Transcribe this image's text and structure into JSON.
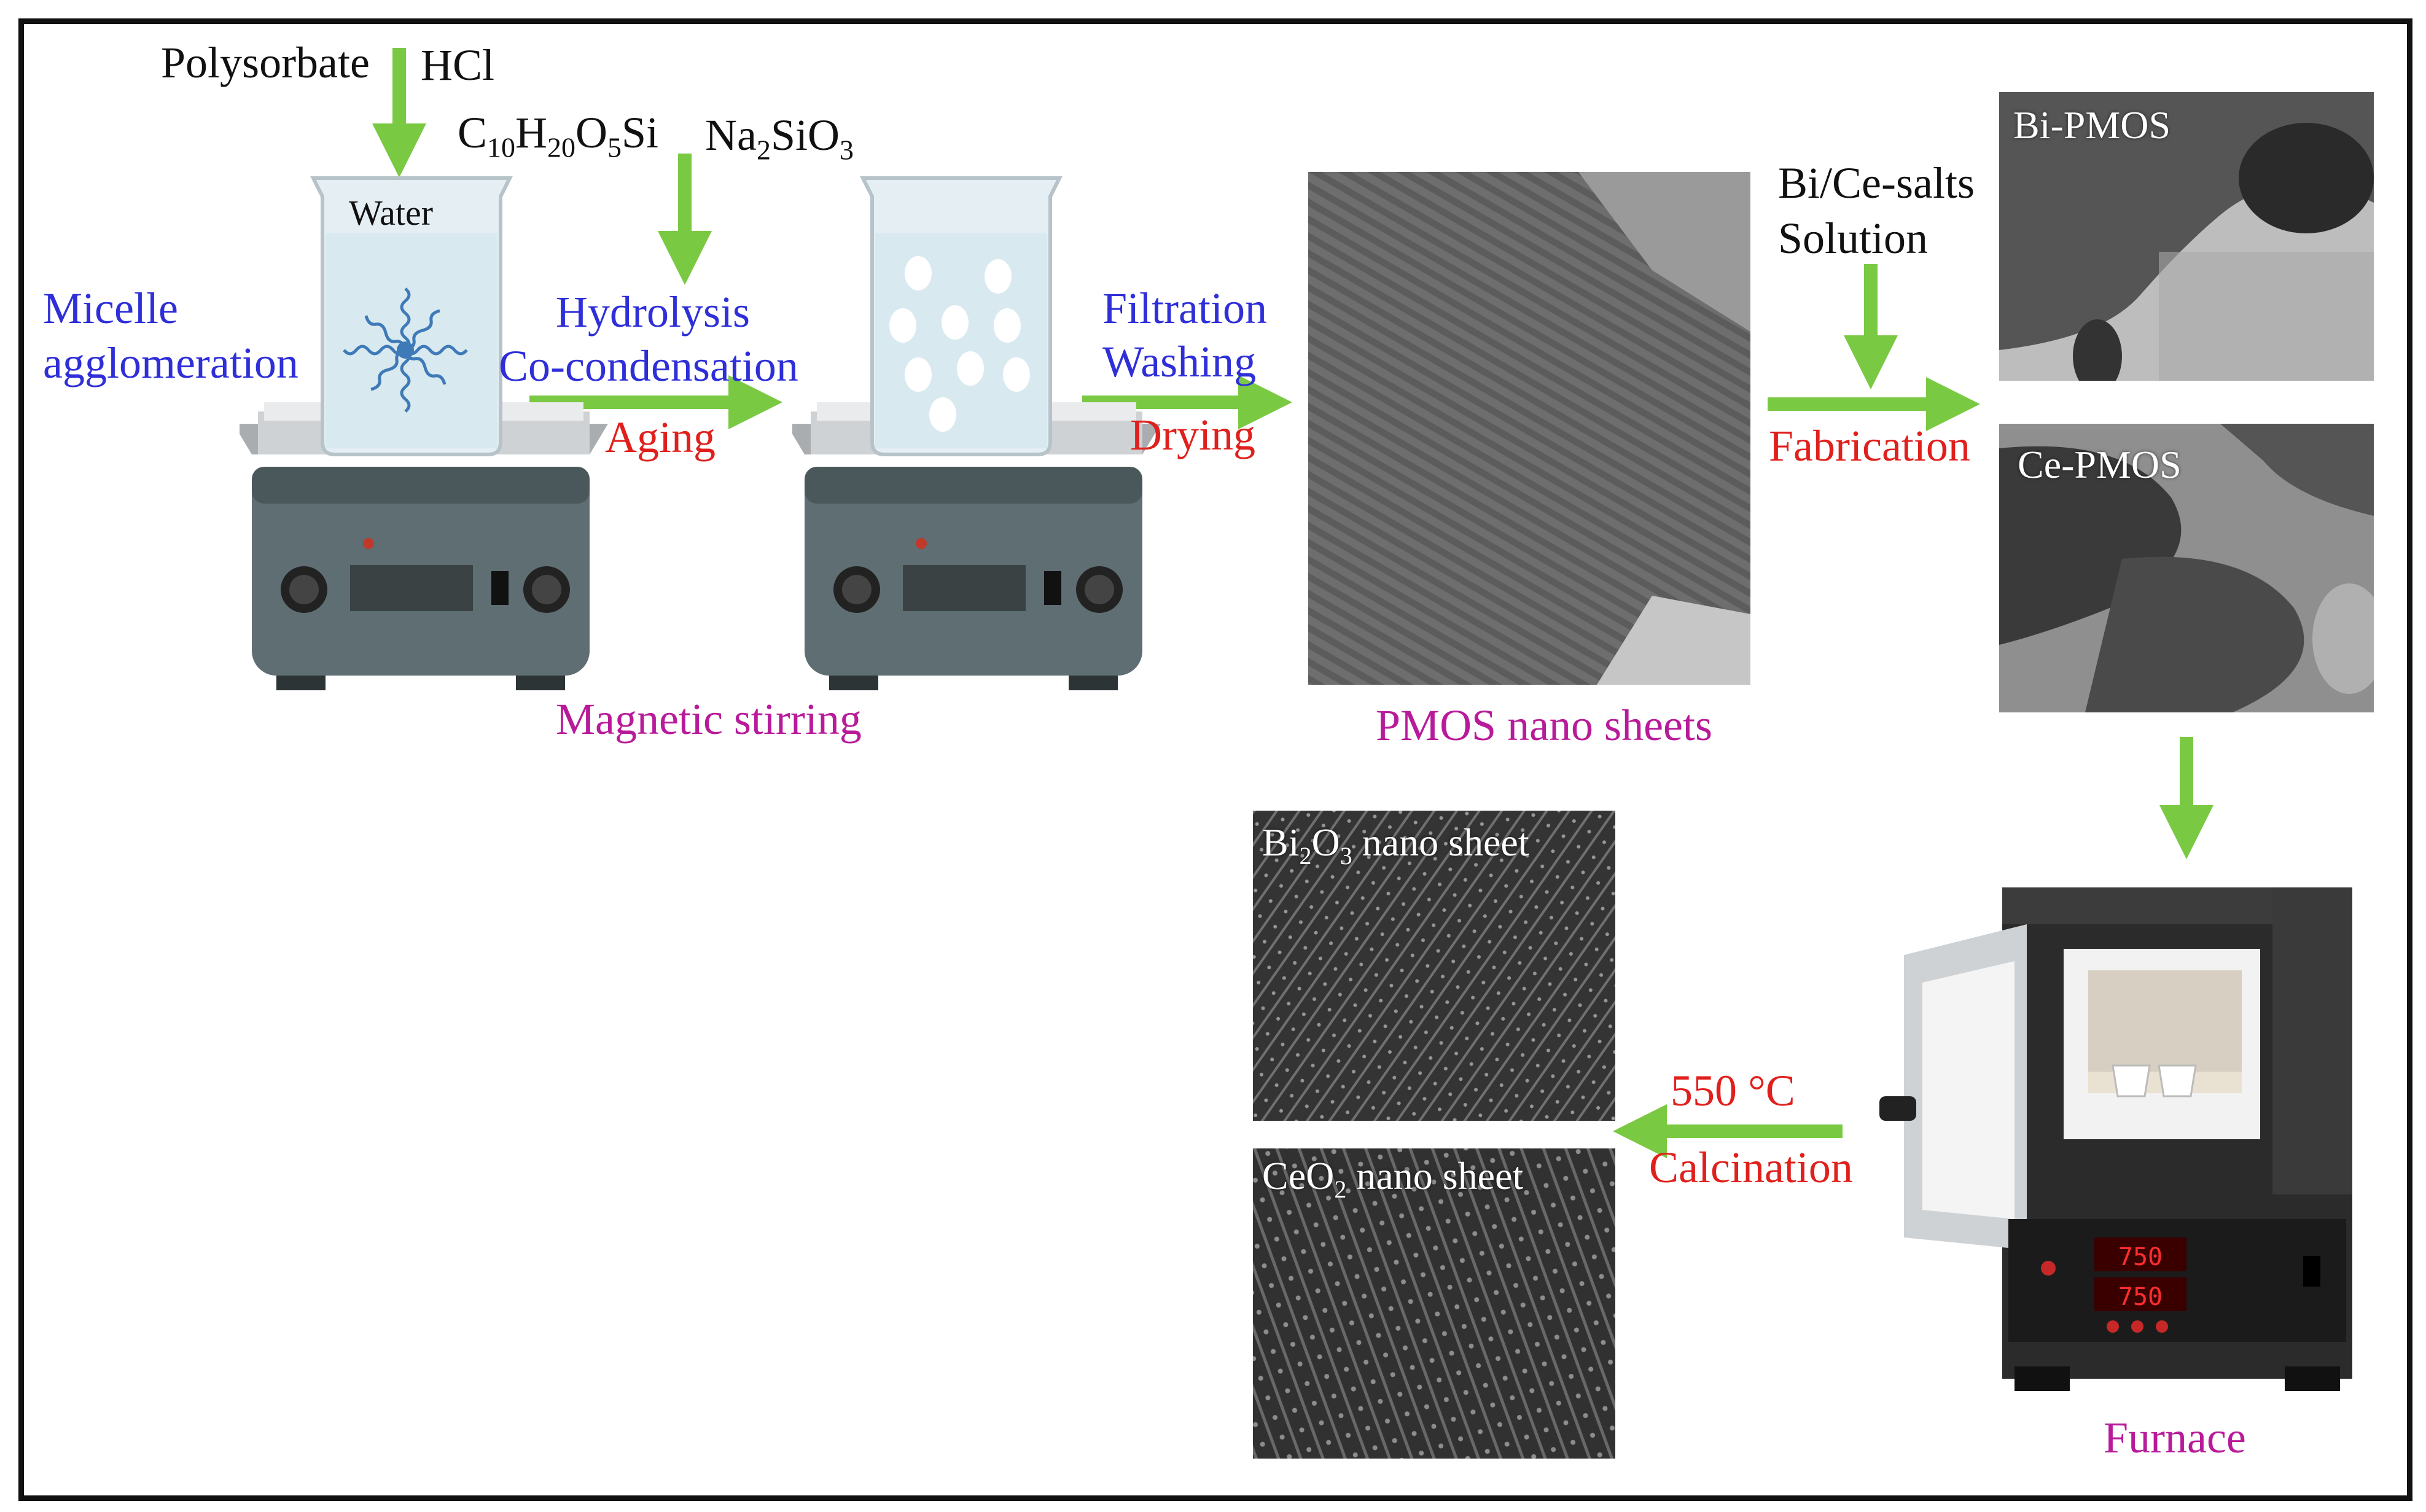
{
  "reagents": {
    "polysorbate": "Polysorbate",
    "hcl": "HCl",
    "tetraacetoxy_silane": {
      "el1": "C",
      "n1": "10",
      "el2": "H",
      "n2": "20",
      "el3": "O",
      "n3": "5",
      "el4": "Si"
    },
    "sodium_silicate": {
      "el1": "Na",
      "n1": "2",
      "el2": "SiO",
      "n2": "3"
    }
  },
  "step1": {
    "beaker_label": "Water",
    "side_label_line1": "Micelle",
    "side_label_line2": "agglomeration"
  },
  "step2": {
    "process_line1": "Hydrolysis",
    "process_line2": "Co-condensation",
    "condition": "Aging",
    "caption": "Magnetic stirring"
  },
  "step3": {
    "process_line1": "Filtration",
    "process_line2": "Washing",
    "condition": "Drying",
    "caption": "PMOS nano sheets"
  },
  "step4": {
    "reagent_line1": "Bi/Ce-salts",
    "reagent_line2": "Solution",
    "process": "Fabrication",
    "bi_image_label": "Bi-PMOS",
    "ce_image_label": "Ce-PMOS"
  },
  "step5": {
    "caption": "Furnace",
    "display_top": "750",
    "display_bottom": "750"
  },
  "step6": {
    "temperature": "550 °C",
    "process": "Calcination",
    "bi2o3_label": {
      "a": "Bi",
      "b": "2",
      "c": "O",
      "d": "3",
      "e": " nano sheet"
    },
    "ceo2_label": {
      "a": "CeO",
      "b": "2",
      "c": " nano sheet"
    }
  },
  "colors": {
    "arrow": "#7ac943",
    "process_text": "#2e2fd8",
    "condition_text": "#e0201c",
    "caption_text": "#b81b9a",
    "reagent_text": "#111111"
  },
  "icons": [
    "magnetic-stirrer-icon",
    "beaker-icon",
    "micelle-icon",
    "furnace-icon",
    "crucible-icon",
    "tem-image",
    "sem-image"
  ]
}
